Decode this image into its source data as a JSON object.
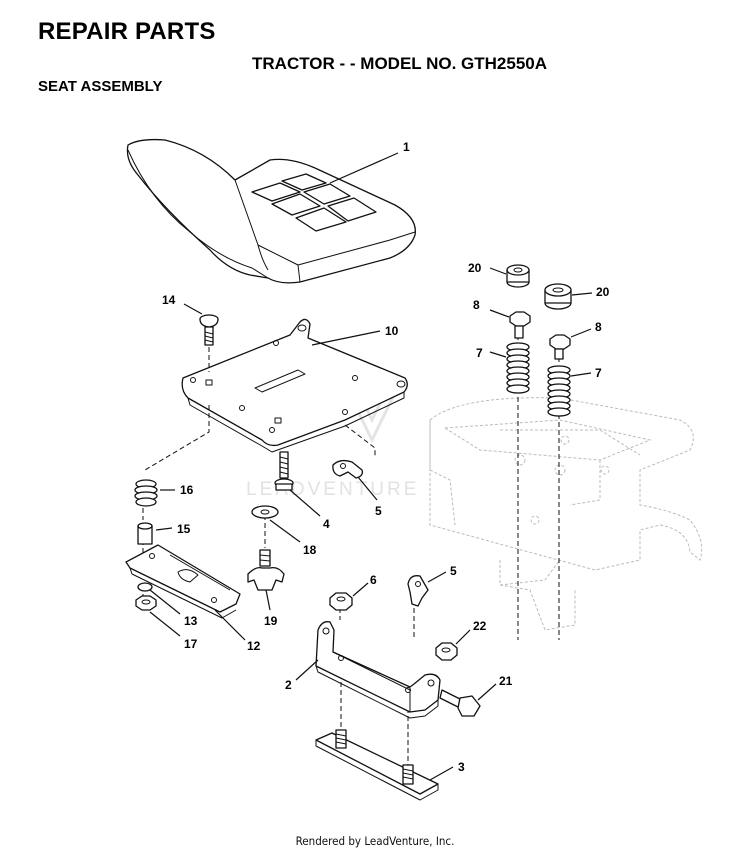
{
  "header": {
    "title": "REPAIR PARTS",
    "subtitle": "TRACTOR - - MODEL NO. GTH2550A",
    "section": "SEAT ASSEMBLY"
  },
  "watermark": {
    "text": "LEADVENTURE"
  },
  "callouts": {
    "c1": "1",
    "c2": "2",
    "c3": "3",
    "c4": "4",
    "c5a": "5",
    "c5b": "5",
    "c6": "6",
    "c7a": "7",
    "c7b": "7",
    "c8a": "8",
    "c8b": "8",
    "c10": "10",
    "c12": "12",
    "c13": "13",
    "c14": "14",
    "c15": "15",
    "c16": "16",
    "c17": "17",
    "c18": "18",
    "c19": "19",
    "c20a": "20",
    "c20b": "20",
    "c21": "21",
    "c22": "22"
  },
  "footer": {
    "text": "Rendered by LeadVenture, Inc."
  }
}
